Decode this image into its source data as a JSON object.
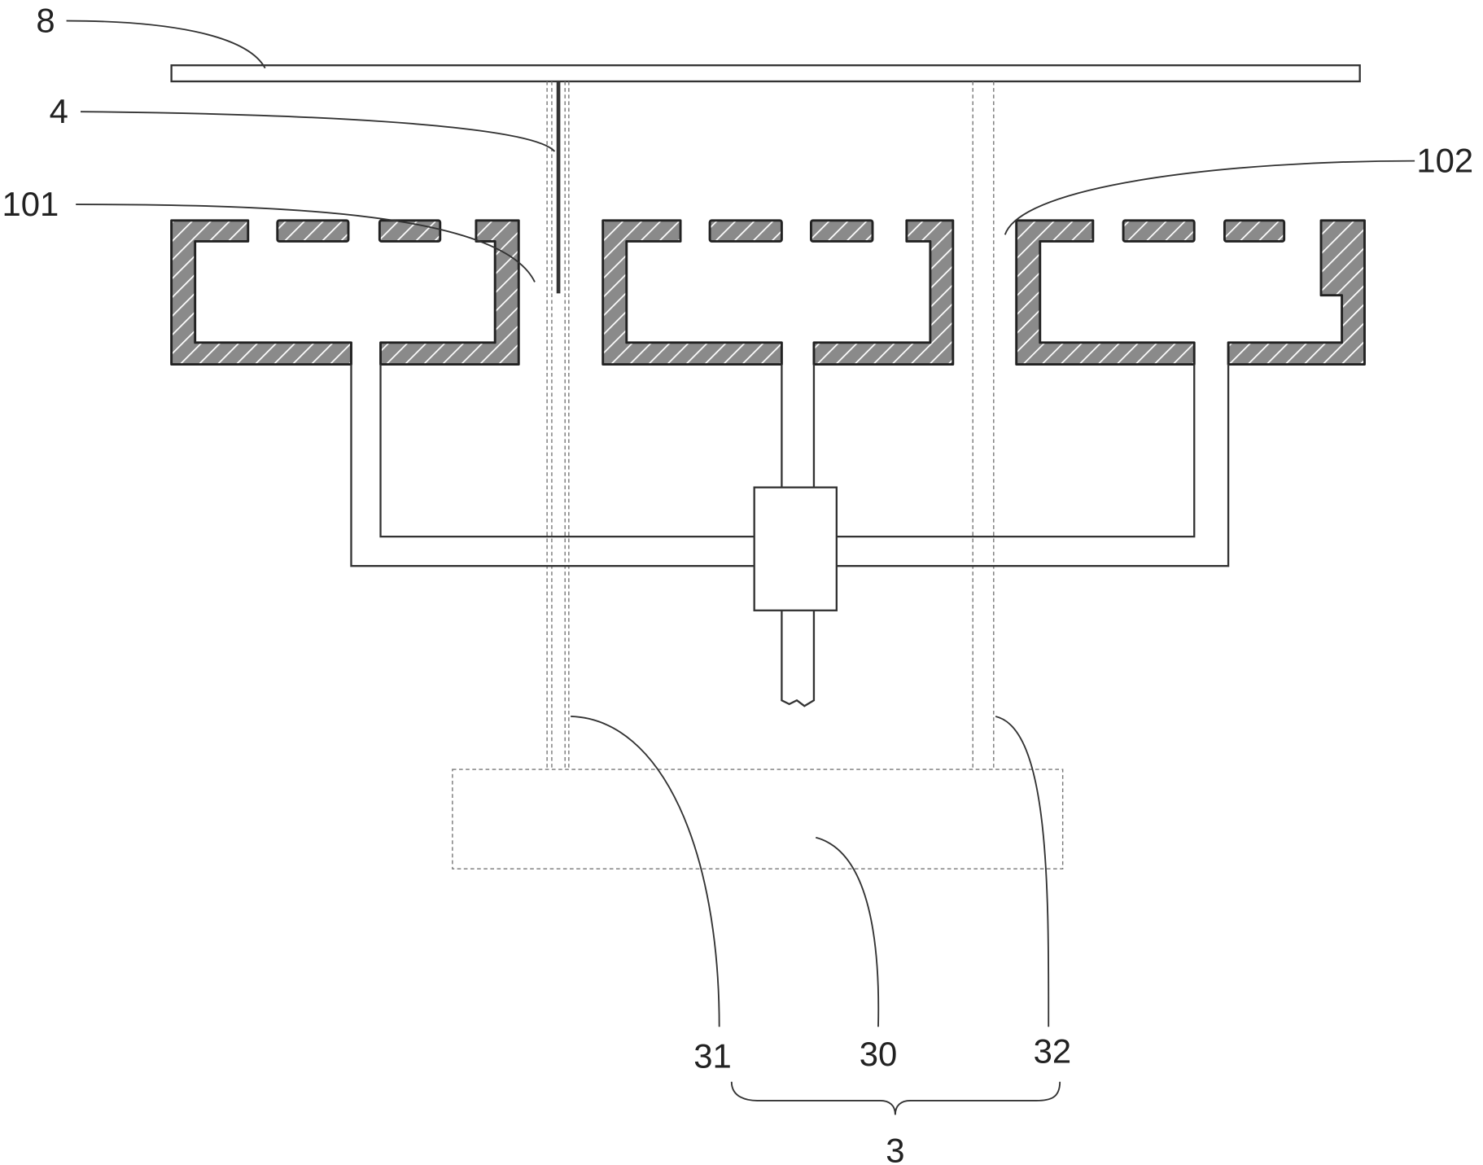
{
  "labels": {
    "plate": "8",
    "rod": "4",
    "housing_left": "101",
    "housing_right": "102",
    "column_left": "31",
    "base": "30",
    "column_right": "32",
    "assembly": "3"
  },
  "colors": {
    "hatch_fill": "#8a8a8a",
    "line": "#333333"
  }
}
